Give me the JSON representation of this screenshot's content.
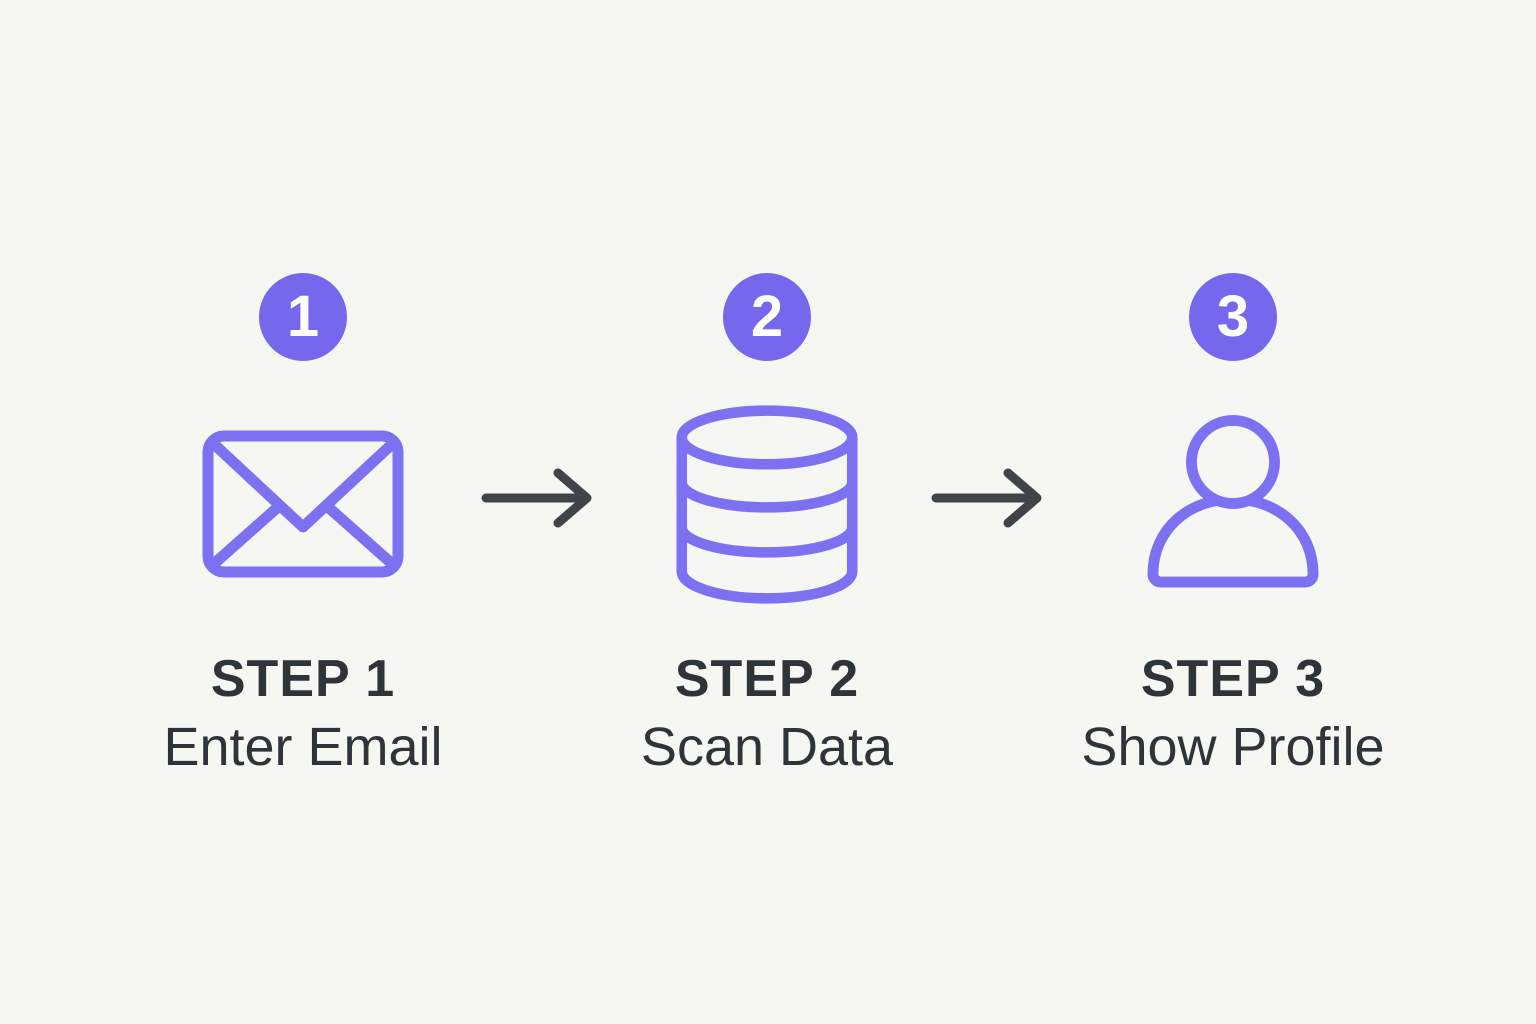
{
  "theme": {
    "background": "#f6f6f3",
    "accent": "#7568ec",
    "icon_stroke": "#7c71f0",
    "badge_text": "#ffffff",
    "text": "#2f3439",
    "arrow": "#3f4449"
  },
  "steps": [
    {
      "badge_number": "1",
      "icon": "envelope-icon",
      "title": "STEP 1",
      "description": "Enter Email"
    },
    {
      "badge_number": "2",
      "icon": "database-icon",
      "title": "STEP 2",
      "description": "Scan Data"
    },
    {
      "badge_number": "3",
      "icon": "user-icon",
      "title": "STEP 3",
      "description": "Show Profile"
    }
  ],
  "arrows": [
    {
      "icon": "arrow-right-icon"
    },
    {
      "icon": "arrow-right-icon"
    }
  ]
}
